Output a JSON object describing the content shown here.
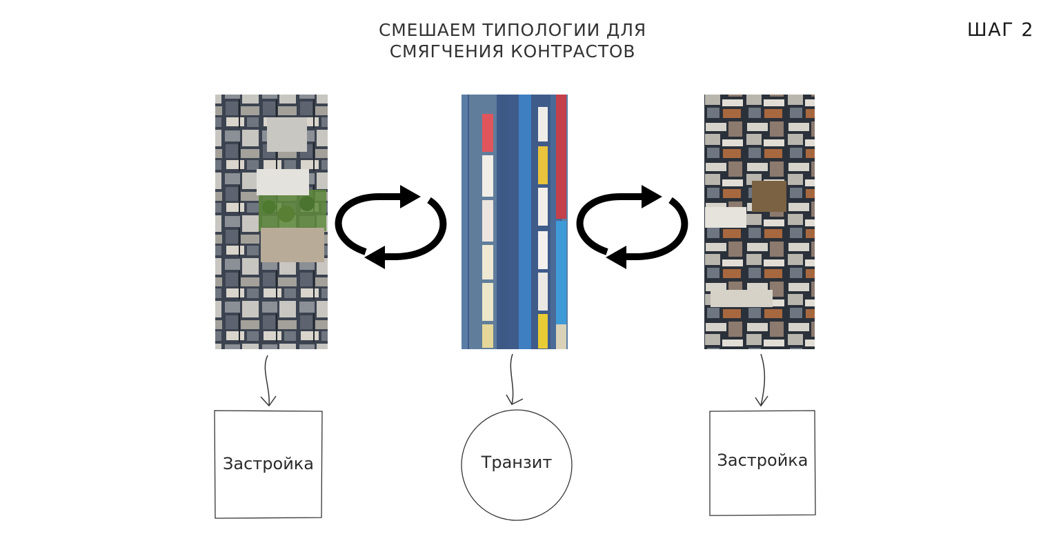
{
  "header": {
    "title_line1": "СМЕШАЕМ ТИПОЛОГИИ ДЛЯ",
    "title_line2": "СМЯГЧЕНИЯ КОНТРАСТОВ",
    "step": "ШАГ 2"
  },
  "nodes": {
    "left": {
      "label": "Застройка",
      "shape": "square"
    },
    "center": {
      "label": "Транзит",
      "shape": "circle"
    },
    "right": {
      "label": "Застройка",
      "shape": "square"
    }
  },
  "images": {
    "left": "aerial-city-photo",
    "center": "aerial-railway-photo",
    "right": "aerial-city-photo"
  },
  "icons": {
    "exchange": "cycle-arrows-icon"
  }
}
